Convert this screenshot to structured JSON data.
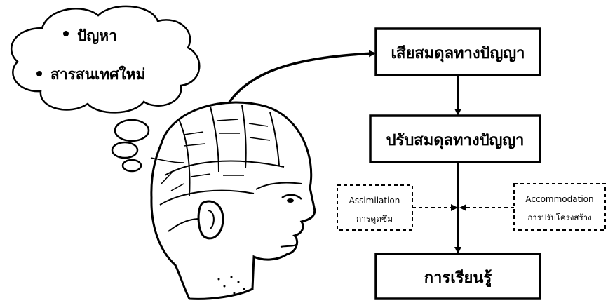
{
  "thought_bubble": {
    "bullet_1": "ปัญหา",
    "bullet_2": "สารสนเทศใหม่"
  },
  "flow": {
    "step_1": "เสียสมดุลทางปัญญา",
    "step_2": "ปรับสมดุลทางปัญญา",
    "step_3": "การเรียนรู้"
  },
  "assimilation": {
    "english": "Assimilation",
    "thai": "การดูดซึม"
  },
  "accommodation": {
    "english": "Accommodation",
    "thai": "การปรับโครงสร้าง"
  },
  "colors": {
    "ink": "#000000",
    "paper": "#ffffff"
  }
}
